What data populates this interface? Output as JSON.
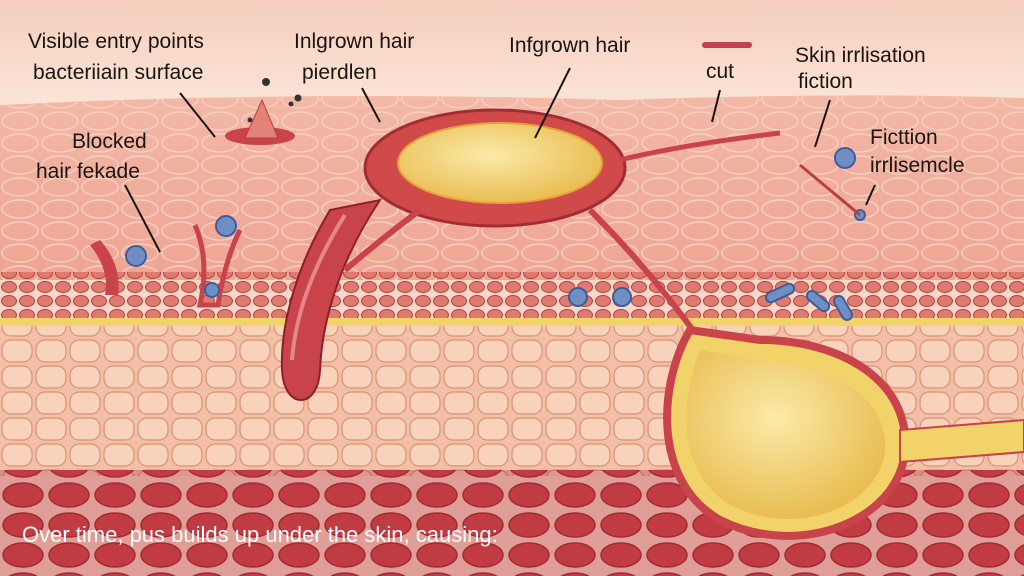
{
  "labels": {
    "entry_points": [
      "Visible entry points",
      "bacteriiain surface"
    ],
    "ingrown_pierdlen": [
      "Inlgrown hair",
      "pierdlen"
    ],
    "ingrown_hair": "Infgrown hair",
    "cut": "cut",
    "skin_irritation": [
      "Skin irrlisation",
      "fiction"
    ],
    "friction": [
      "Ficttion",
      "irrlisemcle"
    ],
    "blocked": [
      "Blocked",
      "hair fekade"
    ]
  },
  "caption": "Over time, pus builds up under the skin, causing:",
  "colors": {
    "surface": "#f9e2d4",
    "epidermis": "#f1b3a2",
    "dermis_red": "#d4605a",
    "fat": "#f3c0a6",
    "deep": "#b3323a",
    "pus": "#f3d77a",
    "bacteria": "#6f8fc4"
  }
}
